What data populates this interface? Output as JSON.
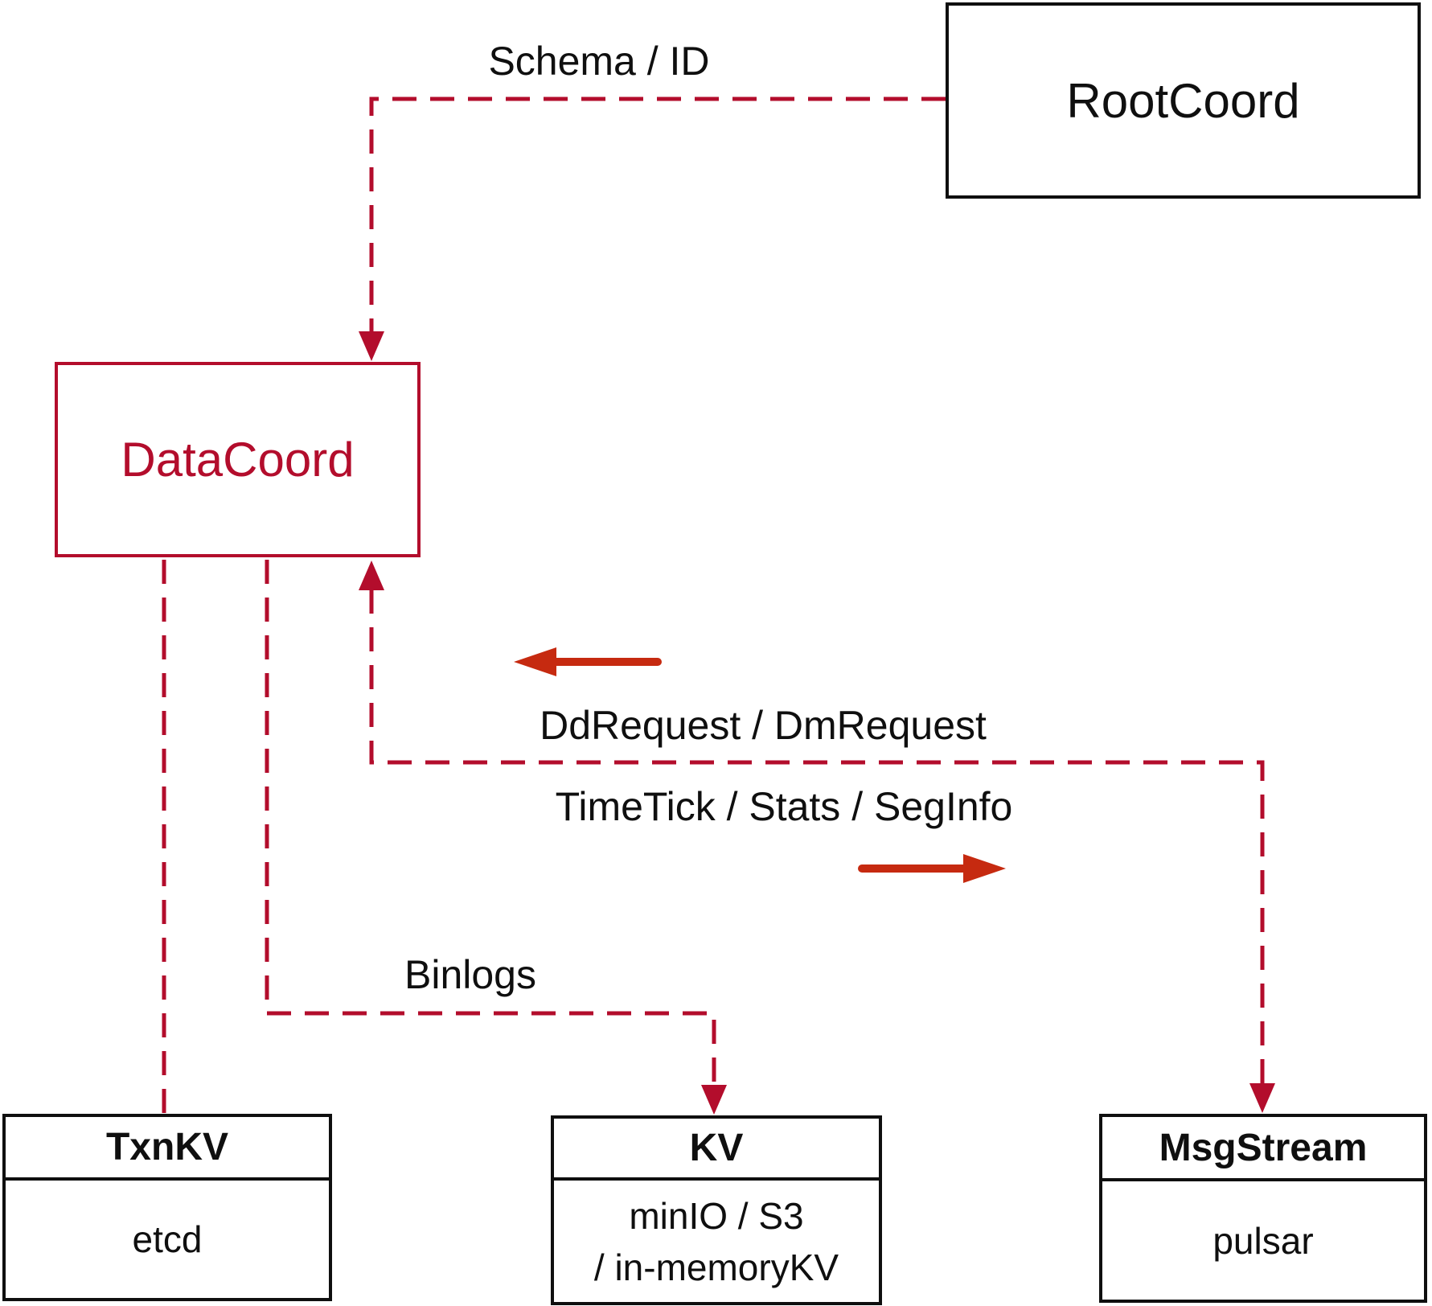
{
  "diagram": {
    "nodes": {
      "rootcoord": {
        "label": "RootCoord"
      },
      "datacoord": {
        "label": "DataCoord"
      },
      "txnkv": {
        "title": "TxnKV",
        "subtitle": "etcd"
      },
      "kv": {
        "title": "KV",
        "subtitle_line1": "minIO / S3",
        "subtitle_line2": "/ in-memoryKV"
      },
      "msgstream": {
        "title": "MsgStream",
        "subtitle": "pulsar"
      }
    },
    "edge_labels": {
      "schema_id": "Schema / ID",
      "dd_dm_request": "DdRequest / DmRequest",
      "timetick_stats_seginfo": "TimeTick / Stats / SegInfo",
      "binlogs": "Binlogs"
    },
    "colors": {
      "dashed_line_red": "#b30d2c",
      "solid_arrow_red": "#c62a10",
      "box_border_black": "#0f0f0f",
      "background": "#ffffff"
    }
  }
}
